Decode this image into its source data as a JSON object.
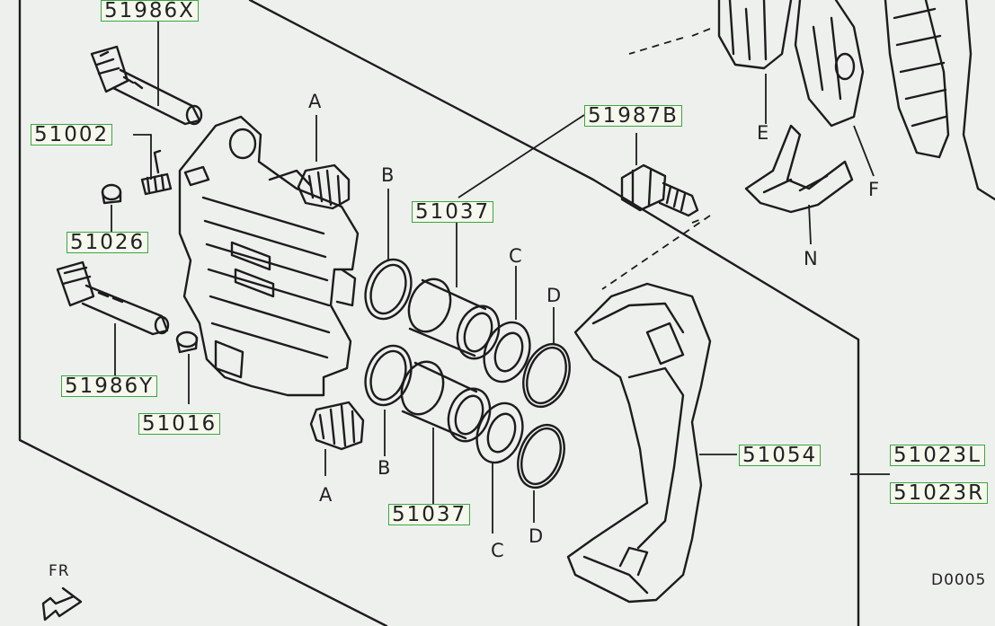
{
  "part_numbers": {
    "bolt_x": "51986X",
    "bleeder": "51002",
    "bleeder_cap": "51026",
    "bolt_y": "51986Y",
    "boot_small": "51016",
    "piston_upper": "51037",
    "piston_lower": "51037",
    "mount_bolt": "51987B",
    "bracket": "51054",
    "caliper_left": "51023L",
    "caliper_right": "51023R"
  },
  "callouts": {
    "a_top": "A",
    "a_bottom": "A",
    "b_top": "B",
    "b_bottom": "B",
    "c_top": "C",
    "c_bottom": "C",
    "d_top": "D",
    "d_bottom": "D",
    "e": "E",
    "f": "F",
    "n": "N"
  },
  "direction": "FR",
  "diagram_code": "D0005",
  "colors": {
    "background": "#eef0ee",
    "label_border": "#39a83e",
    "line": "#1c1c1c"
  }
}
